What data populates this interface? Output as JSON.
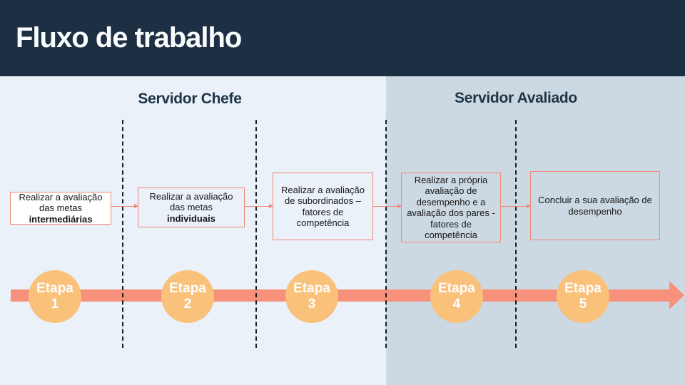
{
  "slide": {
    "title": "Fluxo de trabalho"
  },
  "lanes": [
    {
      "label": "Servidor Chefe"
    },
    {
      "label": "Servidor Avaliado"
    }
  ],
  "steps": [
    {
      "stage_word": "Etapa",
      "stage_num": "1",
      "text": "Realizar a avaliação das metas",
      "text_bold": "intermediárias"
    },
    {
      "stage_word": "Etapa",
      "stage_num": "2",
      "text": "Realizar a avaliação das metas",
      "text_bold": "individuais"
    },
    {
      "stage_word": "Etapa",
      "stage_num": "3",
      "text": "Realizar a avaliação de subordinados – fatores de competência",
      "text_bold": ""
    },
    {
      "stage_word": "Etapa",
      "stage_num": "4",
      "text": "Realizar a própria avaliação de desempenho e a avaliação dos pares - fatores de competência",
      "text_bold": ""
    },
    {
      "stage_word": "Etapa",
      "stage_num": "5",
      "text": "Concluir a sua avaliação de desempenho",
      "text_bold": ""
    }
  ],
  "colors": {
    "header_bg": "#1d2f42",
    "lane_chefe_bg": "#eaf1f9",
    "lane_avaliado_bg": "#cdd9e2",
    "box_border": "#ef8878",
    "timeline_bar": "#f8917b",
    "stage_circle": "#f9c17a",
    "heading_text": "#1e3447"
  }
}
